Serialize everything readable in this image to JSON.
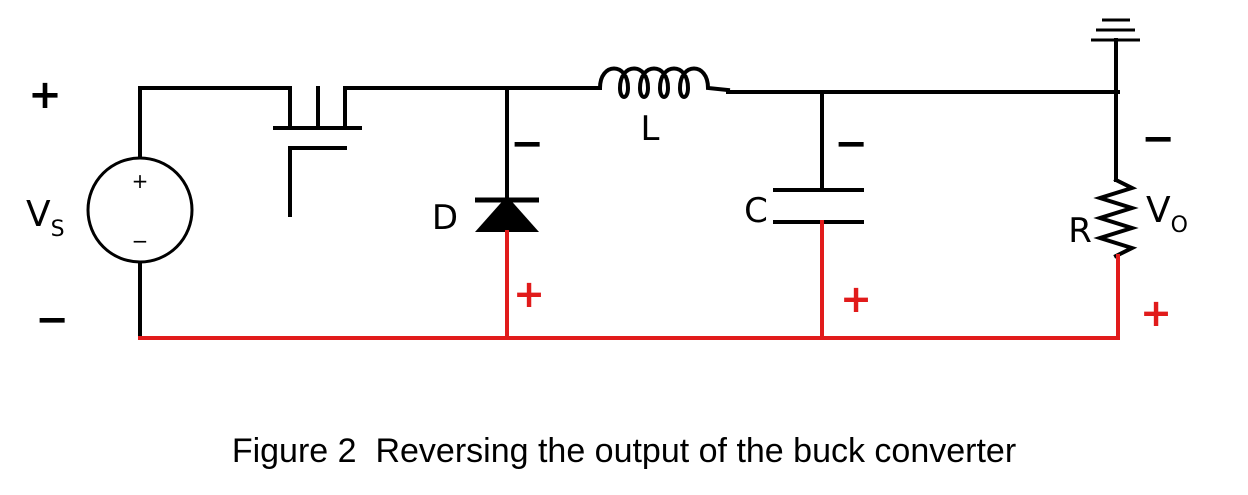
{
  "colors": {
    "wire": "#000000",
    "reversed": "#e11b1b"
  },
  "labels": {
    "vs_plus_outer": "+",
    "vs_minus_outer": "−",
    "vs_main": "V",
    "vs_sub": "S",
    "vs_inner_plus": "+",
    "vs_inner_minus": "−",
    "diode": "D",
    "inductor": "L",
    "capacitor": "C",
    "resistor": "R",
    "vo_main": "V",
    "vo_sub": "O",
    "d_minus": "−",
    "d_plus": "+",
    "c_minus": "−",
    "c_plus": "+",
    "r_minus": "−",
    "r_plus": "+"
  },
  "caption": "Figure 2  Reversing the output of the buck converter"
}
